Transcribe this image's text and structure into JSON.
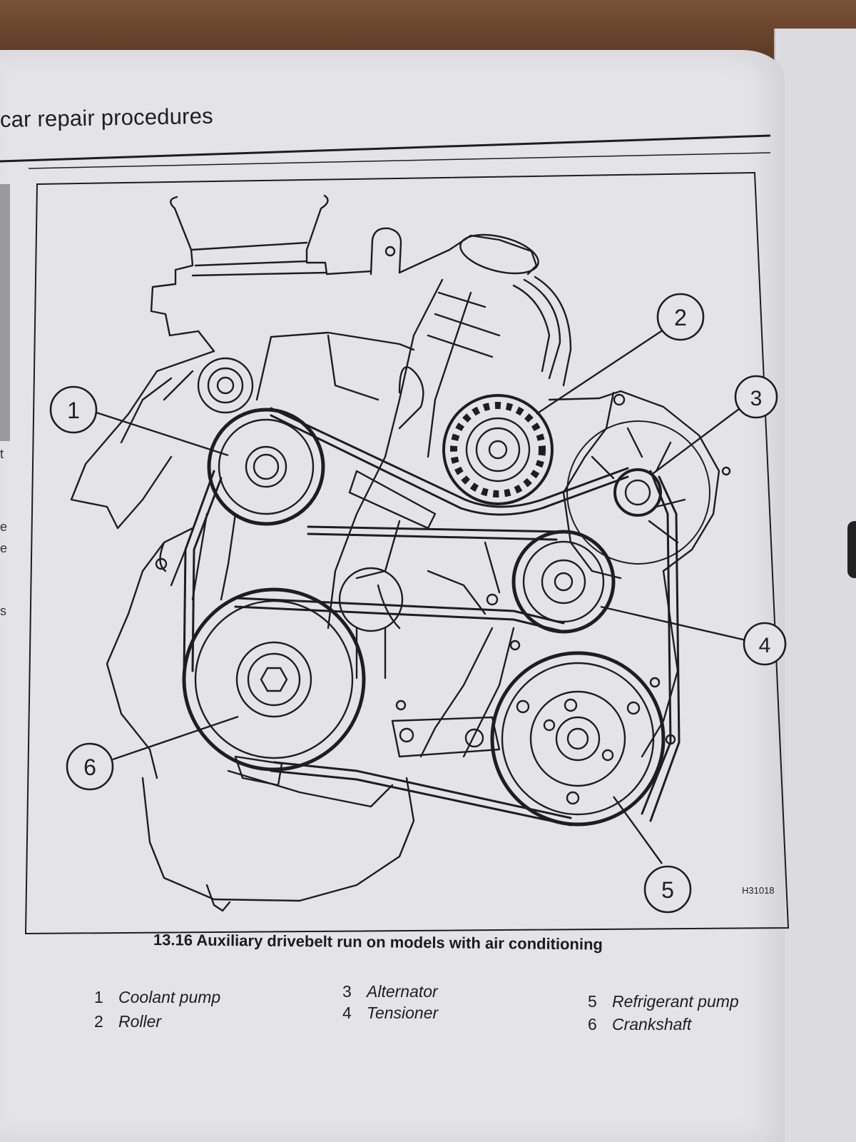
{
  "header": {
    "title": "car repair procedures"
  },
  "side_letters": [
    "t",
    "e",
    "e",
    "s"
  ],
  "figure": {
    "code": "H31018",
    "callouts": [
      "1",
      "2",
      "3",
      "4",
      "5",
      "6"
    ]
  },
  "caption": {
    "text": "13.16 Auxiliary drivebelt run on models with air conditioning"
  },
  "legend": [
    {
      "num": "1",
      "label": "Coolant pump"
    },
    {
      "num": "2",
      "label": "Roller"
    },
    {
      "num": "3",
      "label": "Alternator"
    },
    {
      "num": "4",
      "label": "Tensioner"
    },
    {
      "num": "5",
      "label": "Refrigerant pump"
    },
    {
      "num": "6",
      "label": "Crankshaft"
    }
  ]
}
